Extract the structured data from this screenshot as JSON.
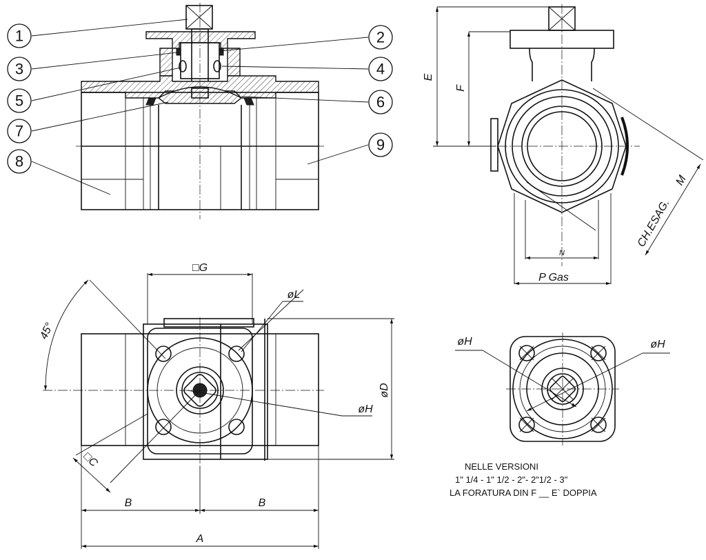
{
  "balloons": [
    "1",
    "2",
    "3",
    "4",
    "5",
    "6",
    "7",
    "8",
    "9"
  ],
  "dimensions": {
    "E": "E",
    "F": "F",
    "M": "M",
    "chesag": "CH.ESAG.",
    "N": "N",
    "P_gas": "P Gas",
    "G": "□G",
    "L": "øL",
    "H": "øH",
    "D": "øD",
    "angle": "45°",
    "C": "□C",
    "B": "B",
    "A": "A"
  },
  "note": {
    "line1": "NELLE VERSIONI",
    "line2": "1\" 1/4 - 1\" 1/2 - 2\"- 2\"1/2 - 3\"",
    "line3": "LA FORATURA DIN F __ E` DOPPIA"
  }
}
